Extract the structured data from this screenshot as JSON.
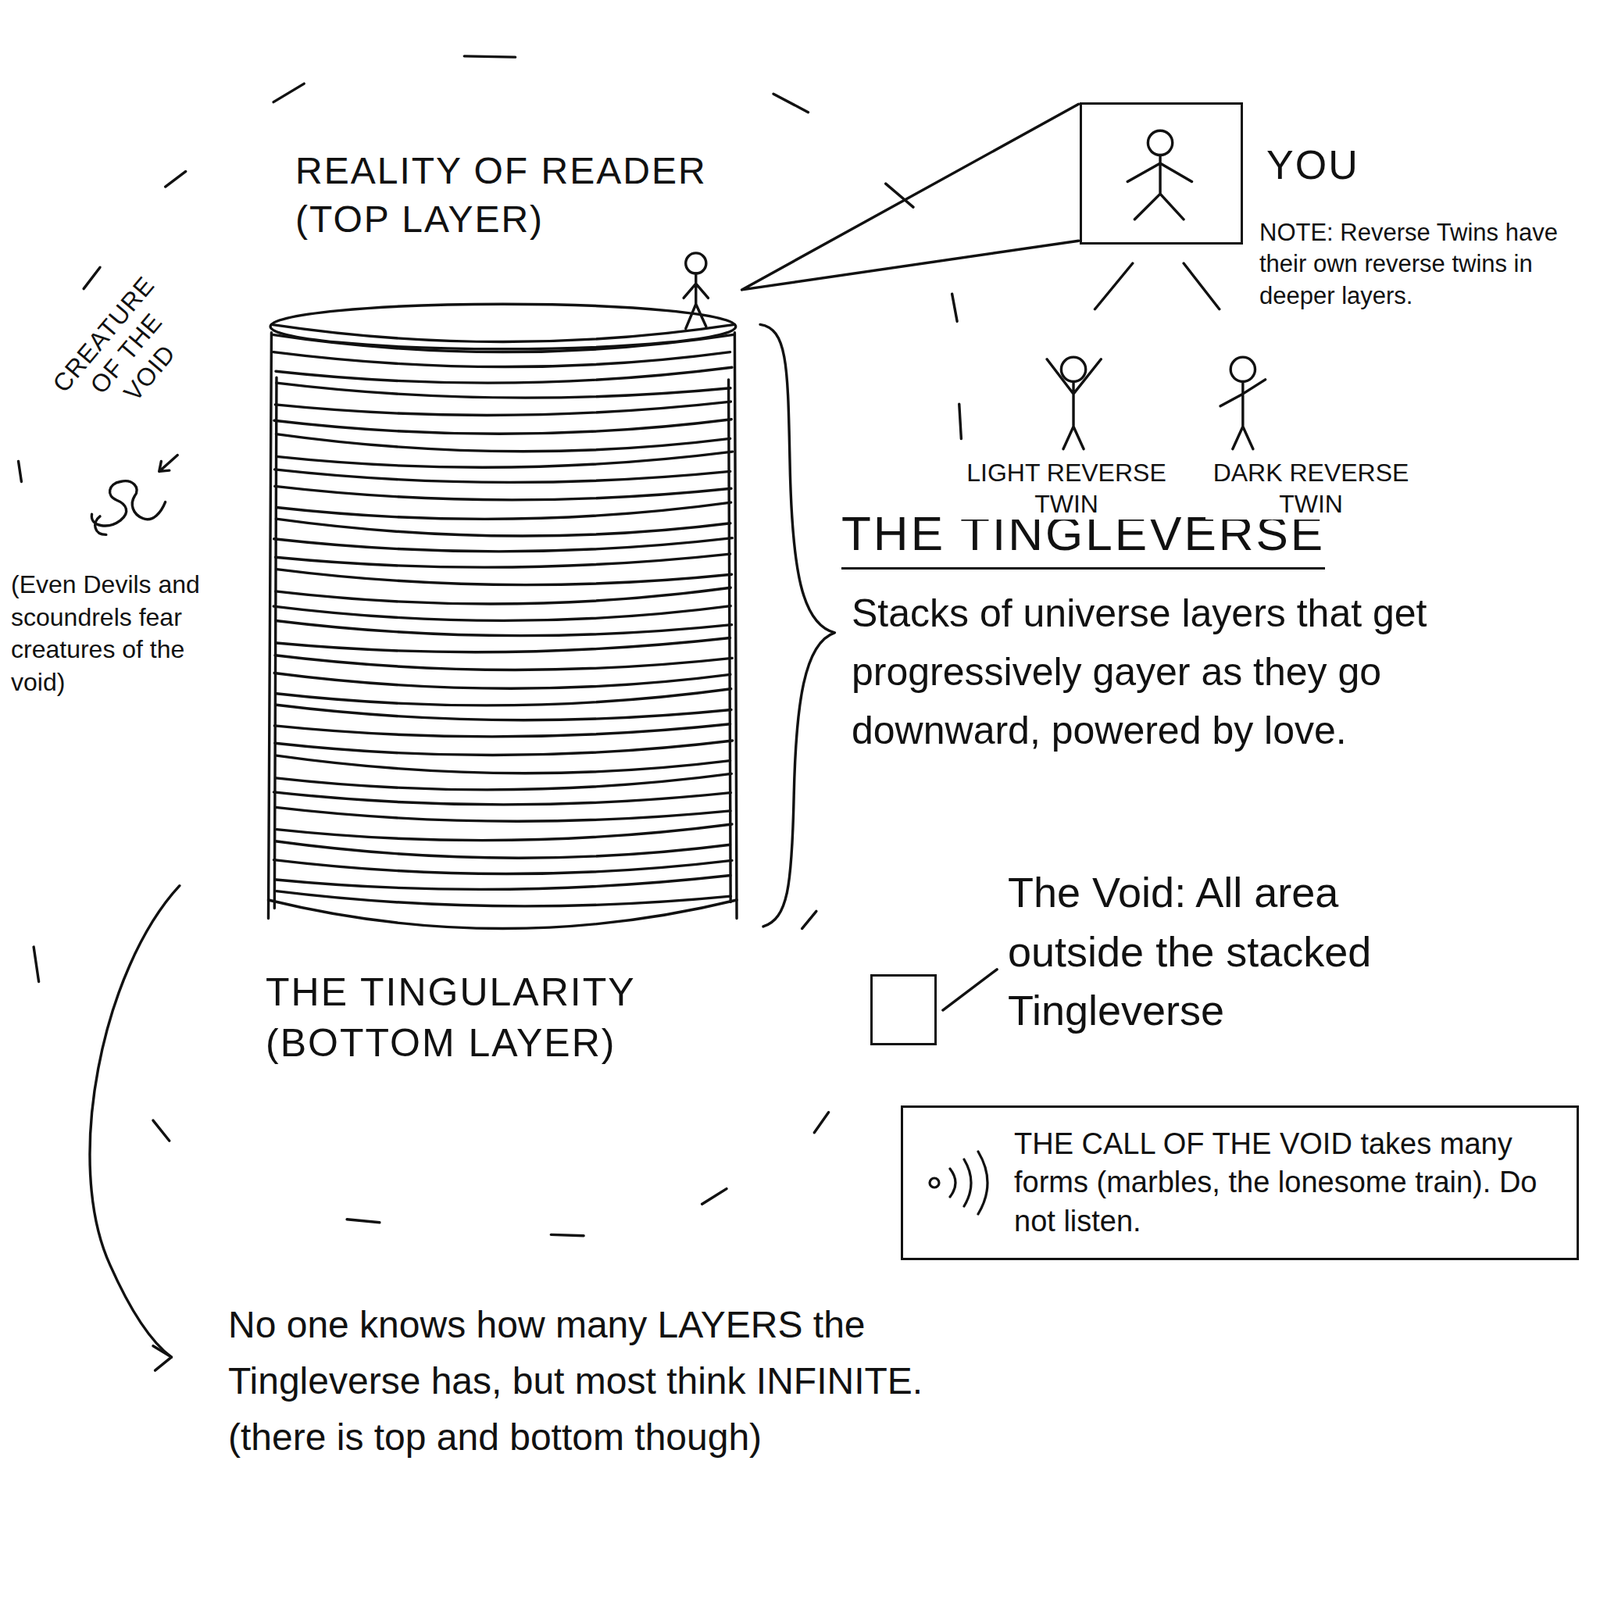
{
  "diagram": {
    "title": "THE TINGLEVERSE",
    "nodes": [
      {
        "text": [
          "YOU"
        ]
      },
      {
        "text": [
          "THE CALL OF THE VOID takes many forms (marbles, the lonesome train). Do not listen."
        ]
      }
    ],
    "labels": [
      "REALITY OF READER (TOP LAYER)",
      "NOTE: Reverse Twins have their own reverse twins in deeper layers.",
      "LIGHT REVERSE TWIN",
      "DARK REVERSE TWIN",
      "CREATURE OF THE VOID",
      "(Even Devils and scoundrels fear creatures of the void)",
      "Stacks of universe layers that get progressively gayer as they go downward, powered by love.",
      "THE TINGULARITY (BOTTOM LAYER)",
      "No one knows how many LAYERS the Tingleverse has, but most think INFINITE. (there is top and bottom though)"
    ],
    "legend": [
      {
        "text": "The Void: All area outside the stacked Tingleverse"
      }
    ]
  }
}
